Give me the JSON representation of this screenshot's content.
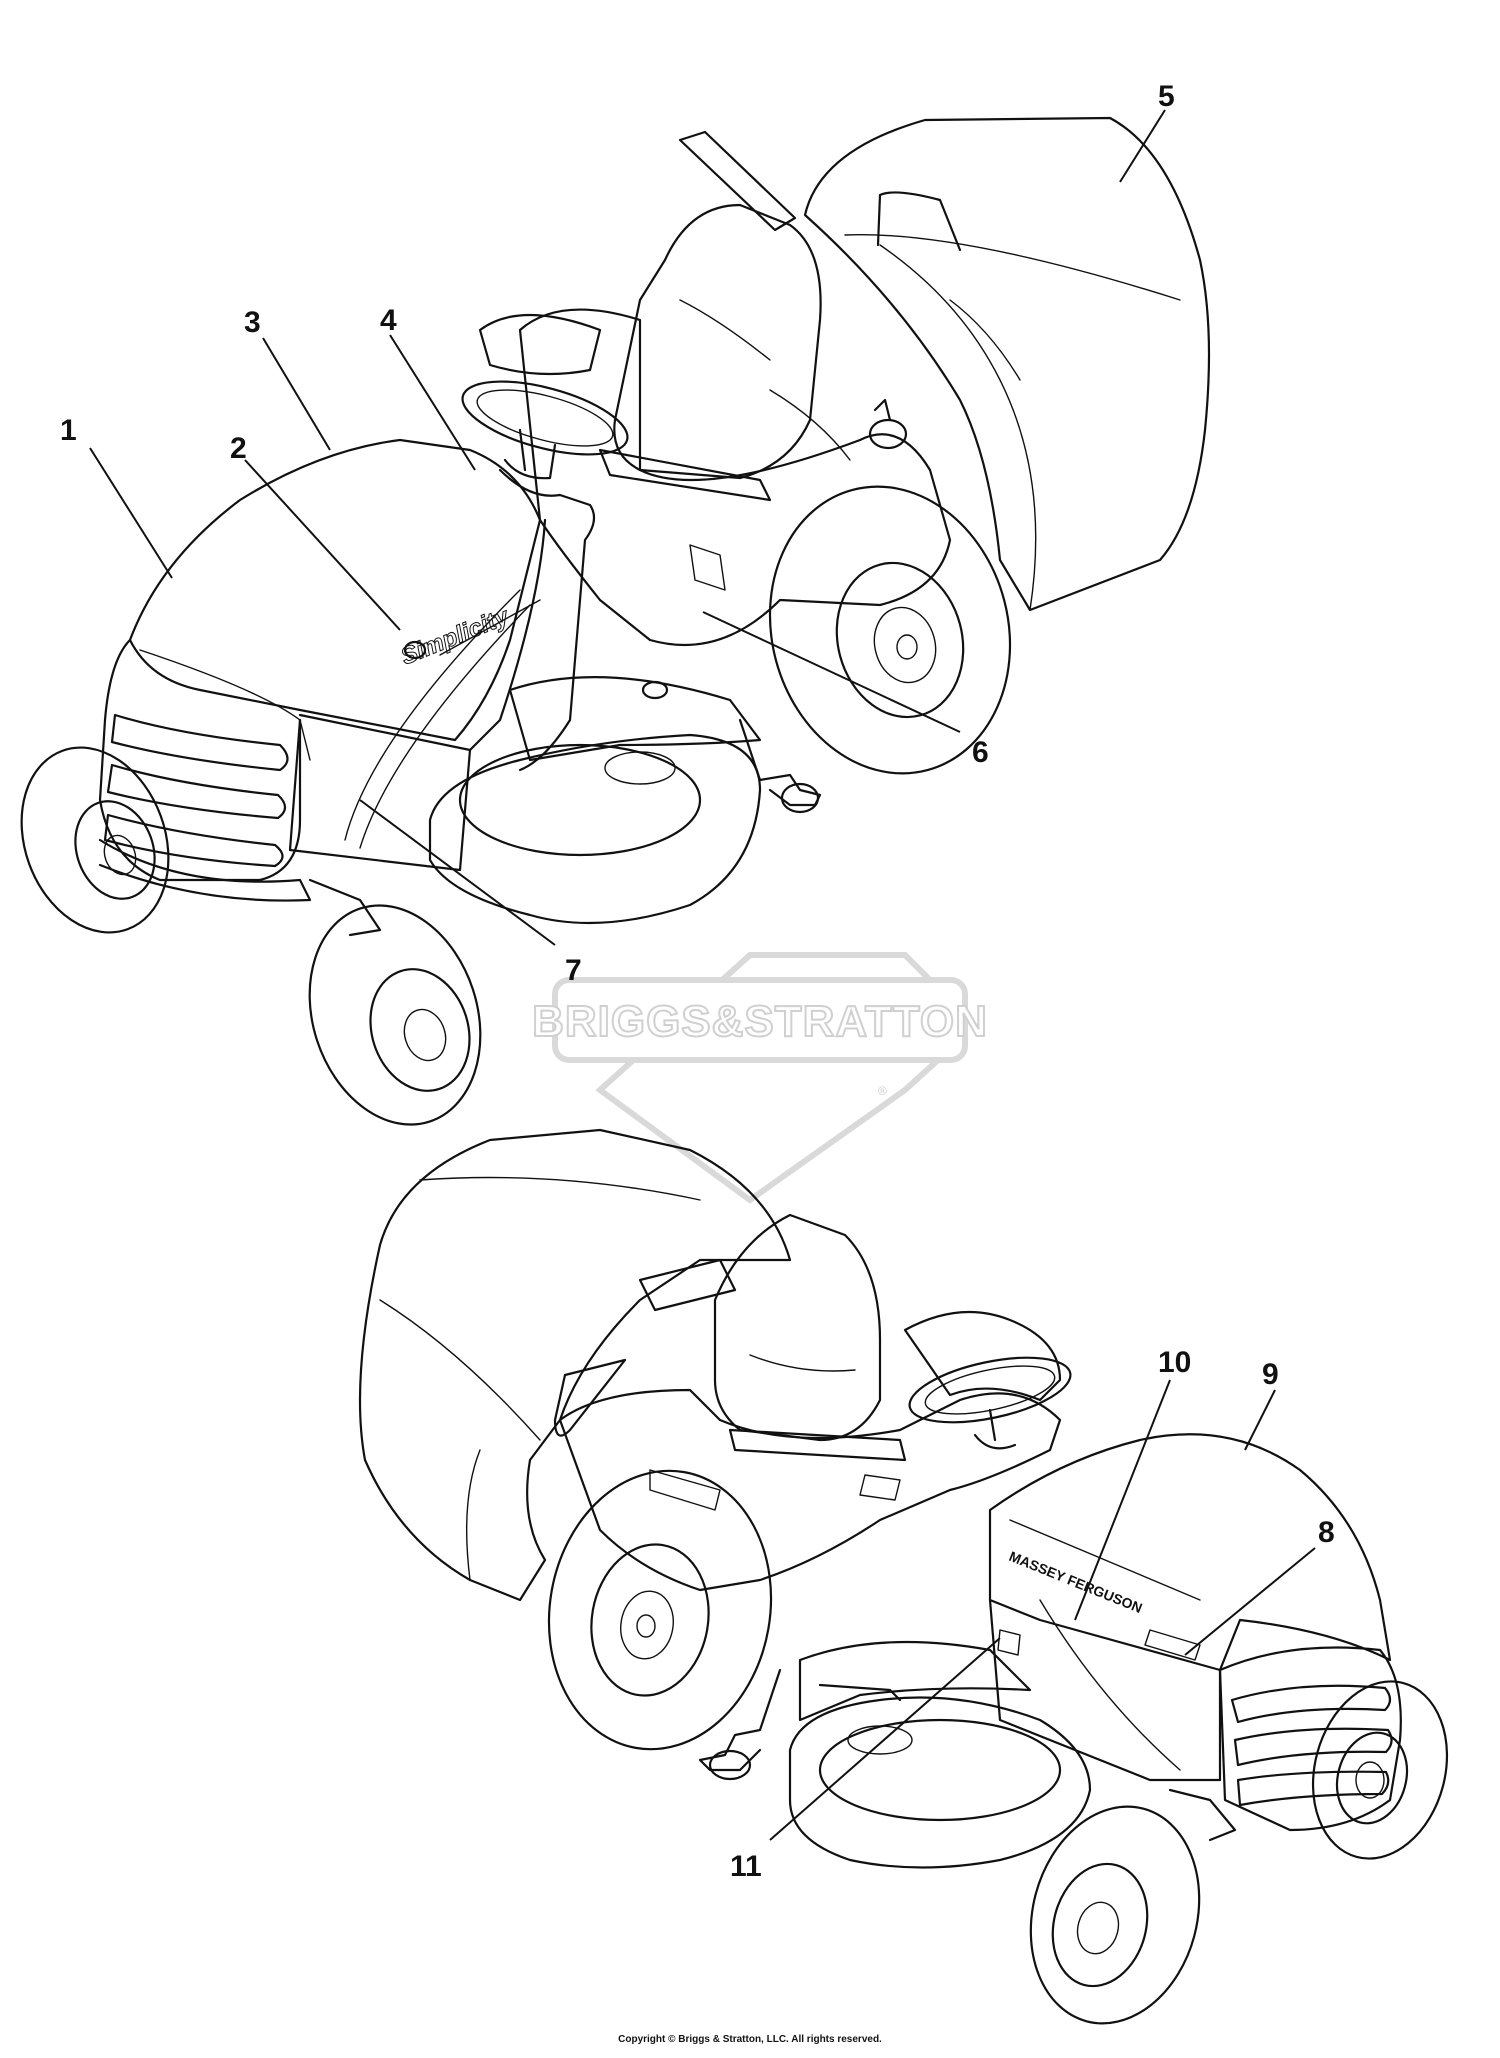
{
  "watermark": {
    "brand": "BRIGGS&STRATTON",
    "mark": "®"
  },
  "callouts": {
    "c1": "1",
    "c2": "2",
    "c3": "3",
    "c4": "4",
    "c5": "5",
    "c6": "6",
    "c7": "7",
    "c8": "8",
    "c9": "9",
    "c10": "10",
    "c11": "11"
  },
  "hood_branding": {
    "top_mower": "Simplicity",
    "bottom_mower": "MASSEY FERGUSON"
  },
  "copyright": "Copyright © Briggs & Stratton, LLC. All rights reserved.",
  "colors": {
    "line": "#111111",
    "background": "#ffffff",
    "watermark": "#d9d9d9"
  }
}
